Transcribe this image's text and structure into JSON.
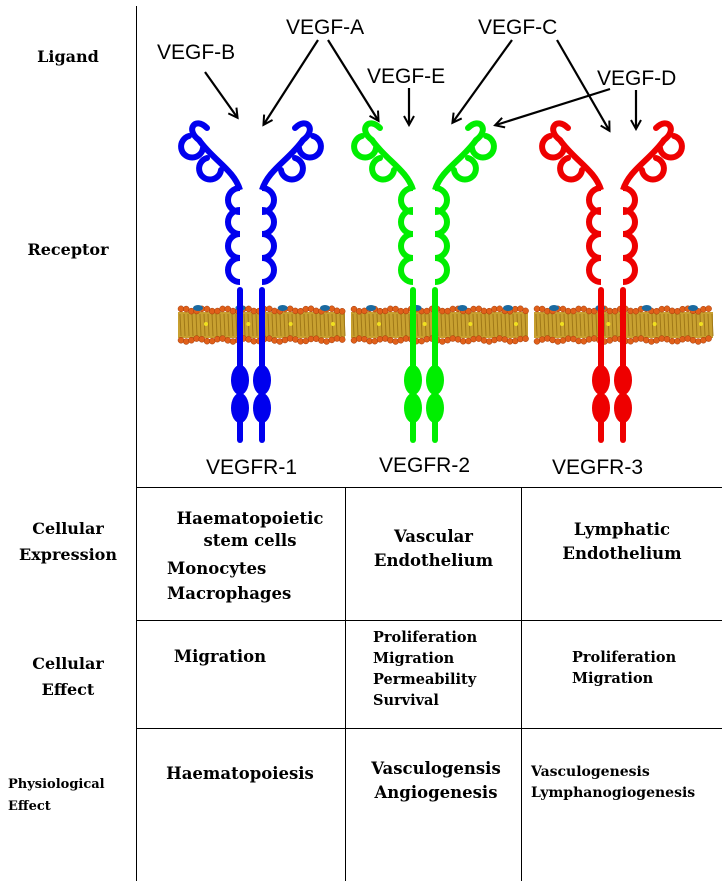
{
  "row_labels": {
    "ligand": "Ligand",
    "receptor": "Receptor",
    "cellular_expression": [
      "Cellular",
      "Expression"
    ],
    "cellular_effect": [
      "Cellular",
      "Effect"
    ],
    "physiological_effect": [
      "Physiological",
      "Effect"
    ]
  },
  "ligands": {
    "vegf_a": "VEGF-A",
    "vegf_b": "VEGF-B",
    "vegf_c": "VEGF-C",
    "vegf_d": "VEGF-D",
    "vegf_e": "VEGF-E"
  },
  "receptors": [
    {
      "name": "VEGFR-1",
      "color": "#0000ee"
    },
    {
      "name": "VEGFR-2",
      "color": "#00ee00"
    },
    {
      "name": "VEGFR-3",
      "color": "#ee0000"
    }
  ],
  "membrane_colors": {
    "heads": "#e0601a",
    "tails": "#c8a030",
    "accent": "#1a6aa0"
  },
  "table": {
    "cellular_expression": [
      [
        "Haematopoietic",
        "stem cells",
        "Monocytes",
        "Macrophages"
      ],
      [
        "Vascular",
        "Endothelium"
      ],
      [
        "Lymphatic",
        "Endothelium"
      ]
    ],
    "cellular_effect": [
      [
        "Migration"
      ],
      [
        "Proliferation",
        "Migration",
        "Permeability",
        "Survival"
      ],
      [
        "Proliferation",
        "Migration"
      ]
    ],
    "physiological_effect": [
      [
        "Haematopoiesis"
      ],
      [
        "Vasculogensis",
        "Angiogenesis"
      ],
      [
        "Vasculogenesis",
        "Lymphanogiogenesis"
      ]
    ]
  }
}
